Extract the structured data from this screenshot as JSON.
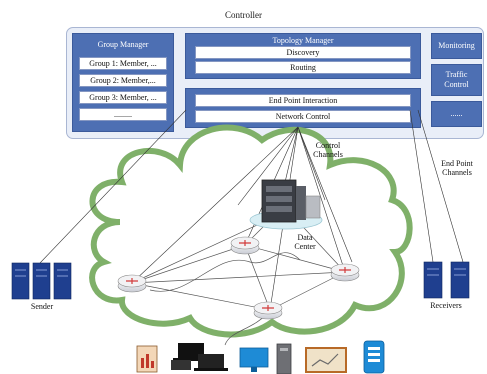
{
  "controller": {
    "title": "Controller",
    "group_manager": {
      "title": "Group Manager",
      "groups": [
        "Group 1: Member, ...",
        "Group 2: Member,...",
        "Group 3: Member, ...",
        "........."
      ]
    },
    "topology_manager": {
      "title": "Topology Manager",
      "items": [
        "Discovery",
        "Routing"
      ]
    },
    "interaction": {
      "items": [
        "End Point Interaction",
        "Network Control"
      ]
    },
    "side": {
      "monitoring": "Monitoring",
      "traffic_line1": "Traffic",
      "traffic_line2": "Control",
      "more": "......"
    }
  },
  "labels": {
    "control_channels_1": "Control",
    "control_channels_2": "Channels",
    "end_point_channels_1": "End Point",
    "end_point_channels_2": "Channels",
    "data_center_1": "Data",
    "data_center_2": "Center",
    "sender": "Sender",
    "receivers": "Receivers"
  },
  "colors": {
    "panel": "#4d6fb3",
    "controller_bg": "#e9eef8",
    "cloud_border": "#7fb069",
    "server": "#1f3f8f",
    "router_mark": "#d23b3b"
  }
}
